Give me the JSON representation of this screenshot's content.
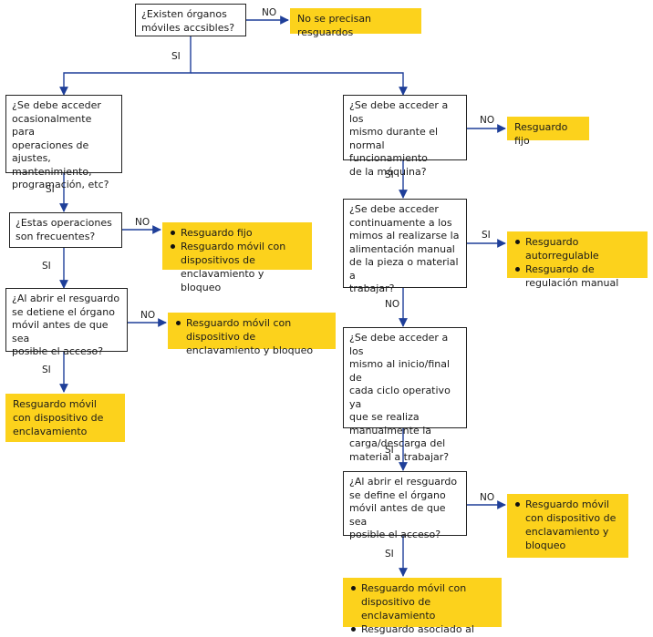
{
  "questions": {
    "q1": "¿Existen órganos\nmóviles accsibles?",
    "q2": "¿Se debe acceder\nocasionalmente para\noperaciones de ajustes,\nmantenimiento,\nprogramación, etc?",
    "q3": "¿Estas operaciones\nson frecuentes?",
    "q4": "¿Al abrir el resguardo\nse detiene el órgano\nmóvil antes de que sea\nposible el acceso?",
    "q5": "¿Se debe acceder a los\nmismo durante el\nnormal funcionamiento\nde la máquina?",
    "q6": "¿Se debe acceder\ncontinuamente a los\nmimos al realizarse la\nalimentación manual\nde la pieza o material a\ntrabajar?",
    "q7": "¿Se debe acceder a los\nmismo al inicio/final de\ncada ciclo operativo ya\nque se realiza\nmanualmente la\ncarga/descarga del\nmaterial a trabajar?",
    "q8": "¿Al abrir el resguardo\nse define el órgano\nmóvil antes de que sea\nposible el acceso?"
  },
  "results": {
    "r1": "No se precisan resguardos",
    "r2": [
      "Resguardo fijo",
      "Resguardo móvil con dispositivos de enclavamiento y bloqueo"
    ],
    "r3": [
      "Resguardo móvil con dispositivo de enclavamiento y bloqueo"
    ],
    "r4": "Resguardo móvil con dispositivo de enclavamiento",
    "r5": "Resguardo fijo",
    "r6": [
      "Resguardo autorregulable",
      "Resguardo de regulación manual"
    ],
    "r7": [
      "Resguardo móvil con dispositivo de enclavamiento y bloqueo"
    ],
    "r8": [
      "Resguardo móvil con dispositivo de enclavamiento",
      "Resguardo asociado al mando"
    ]
  },
  "labels": {
    "yes": "SI",
    "no": "NO"
  },
  "colors": {
    "result_fill": "#fcd21c",
    "connector": "#1f3f99",
    "box_border": "#222222"
  }
}
